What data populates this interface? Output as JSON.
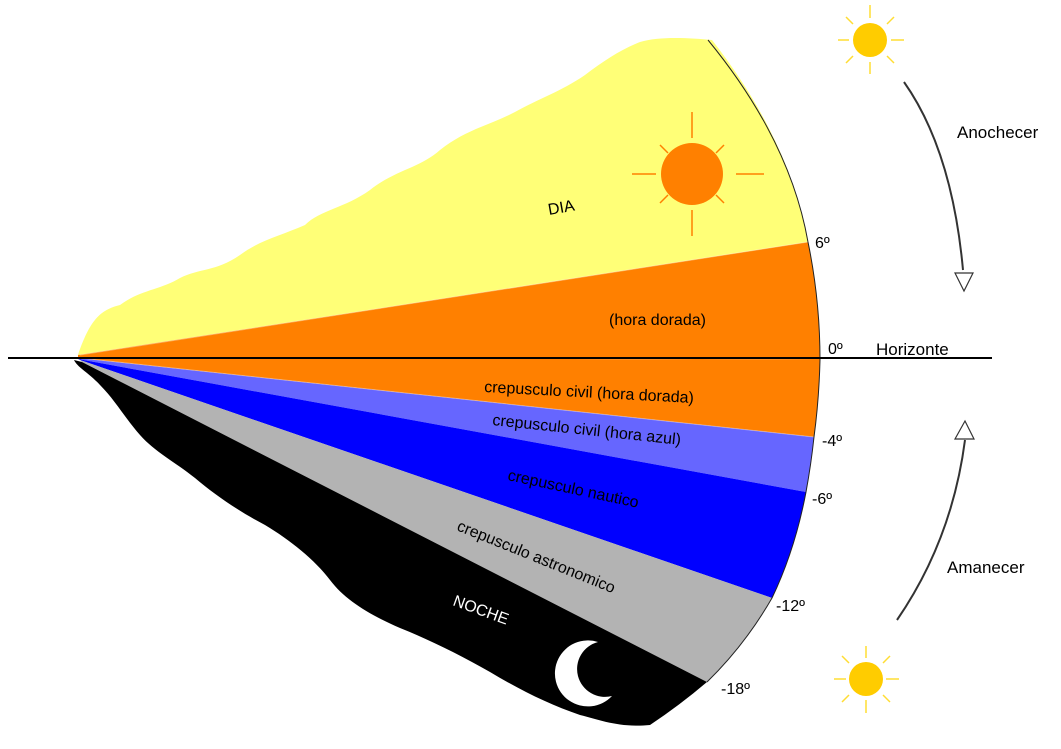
{
  "bands": {
    "dia": {
      "label": "DIA",
      "color": "#ffff77"
    },
    "hora_dorada": {
      "label": "(hora dorada)",
      "color": "#ff8000"
    },
    "civil_dorada": {
      "label": "crepusculo civil (hora dorada)",
      "color": "#ff8000"
    },
    "civil_azul": {
      "label": "crepusculo civil (hora azul)",
      "color": "#6666ff"
    },
    "nautico": {
      "label": "crepusculo nautico",
      "color": "#0000ff"
    },
    "astronomico": {
      "label": "crepusculo astronomico",
      "color": "#b3b3b3"
    },
    "noche": {
      "label": "NOCHE",
      "color": "#000000"
    }
  },
  "angles": {
    "a6": "6º",
    "a0": "0º",
    "am4": "-4º",
    "am6": "-6º",
    "am12": "-12º",
    "am18": "-18º"
  },
  "horizon": {
    "label": "Horizonte"
  },
  "side": {
    "anochecer": "Anochecer",
    "amanecer": "Amanecer"
  },
  "icons": {
    "sun_day": "sun-icon",
    "moon": "crescent-moon-icon",
    "sun_top": "sun-icon",
    "sun_bottom": "sun-icon",
    "arrow_down": "arrow-down-icon",
    "arrow_up": "arrow-up-icon"
  },
  "colors": {
    "sun_day": "#ff8000",
    "sun_corner": "#ffcc00",
    "sun_corner_rays": "#ffdd33"
  }
}
